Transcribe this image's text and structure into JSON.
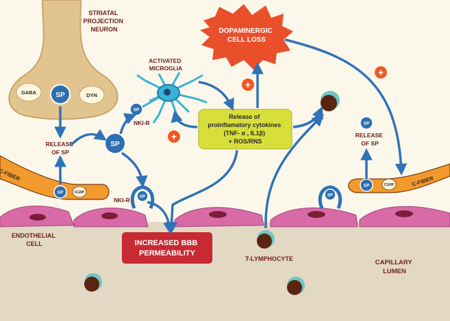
{
  "labels": {
    "striatal_neuron": [
      "STRIATAL",
      "PROJECTION",
      "NEURON"
    ],
    "gaba": "GABA",
    "dyn": "DYN",
    "sp": "SP",
    "activated_microglia": [
      "ACTIVATED",
      "MICROGLIA"
    ],
    "dopaminergic": [
      "DOPAMINERGIC",
      "CELL LOSS"
    ],
    "release_cytokines": [
      "Release of",
      "proinflamatory cytokines",
      "(TNF- α , IL1β)",
      "+ ROS/RNS"
    ],
    "release_sp_left": [
      "RELEASE",
      "OF SP"
    ],
    "release_sp_right": [
      "RELEASE",
      "OF SP"
    ],
    "nki_r": "NKI-R",
    "c_fiber": "C-FIBER",
    "cgrp": "CGRP",
    "endothelial": [
      "ENDOTHELIAL",
      "CELL"
    ],
    "increased_bbb": [
      "INCREASED BBB",
      "PERMEABILITY"
    ],
    "t_lymphocyte": "T-LYMPHOCYTE",
    "capillary": [
      "CAPILLARY",
      "LUMEN"
    ],
    "plus": "+"
  },
  "colors": {
    "background": "#fbf7ea",
    "lumen": "#e3d8c3",
    "neuron": "#e2c48e",
    "neuron_outline": "#c8a46a",
    "sp_blue": "#2d6fb0",
    "arrow_blue": "#2f72b8",
    "endothelial_pink": "#d86aa8",
    "nucleus": "#7a1f35",
    "cfiber_orange": "#f29a2e",
    "burst_red": "#ea4f2c",
    "cytokine_box": "#d8df3a",
    "bbb_red": "#c72a33",
    "plus_orange": "#ef5a24",
    "lymph_teal": "#6ec7c2",
    "lymph_brown": "#5a2410",
    "microglia": "#39b4d6",
    "label_text": "#6b1f1f"
  }
}
